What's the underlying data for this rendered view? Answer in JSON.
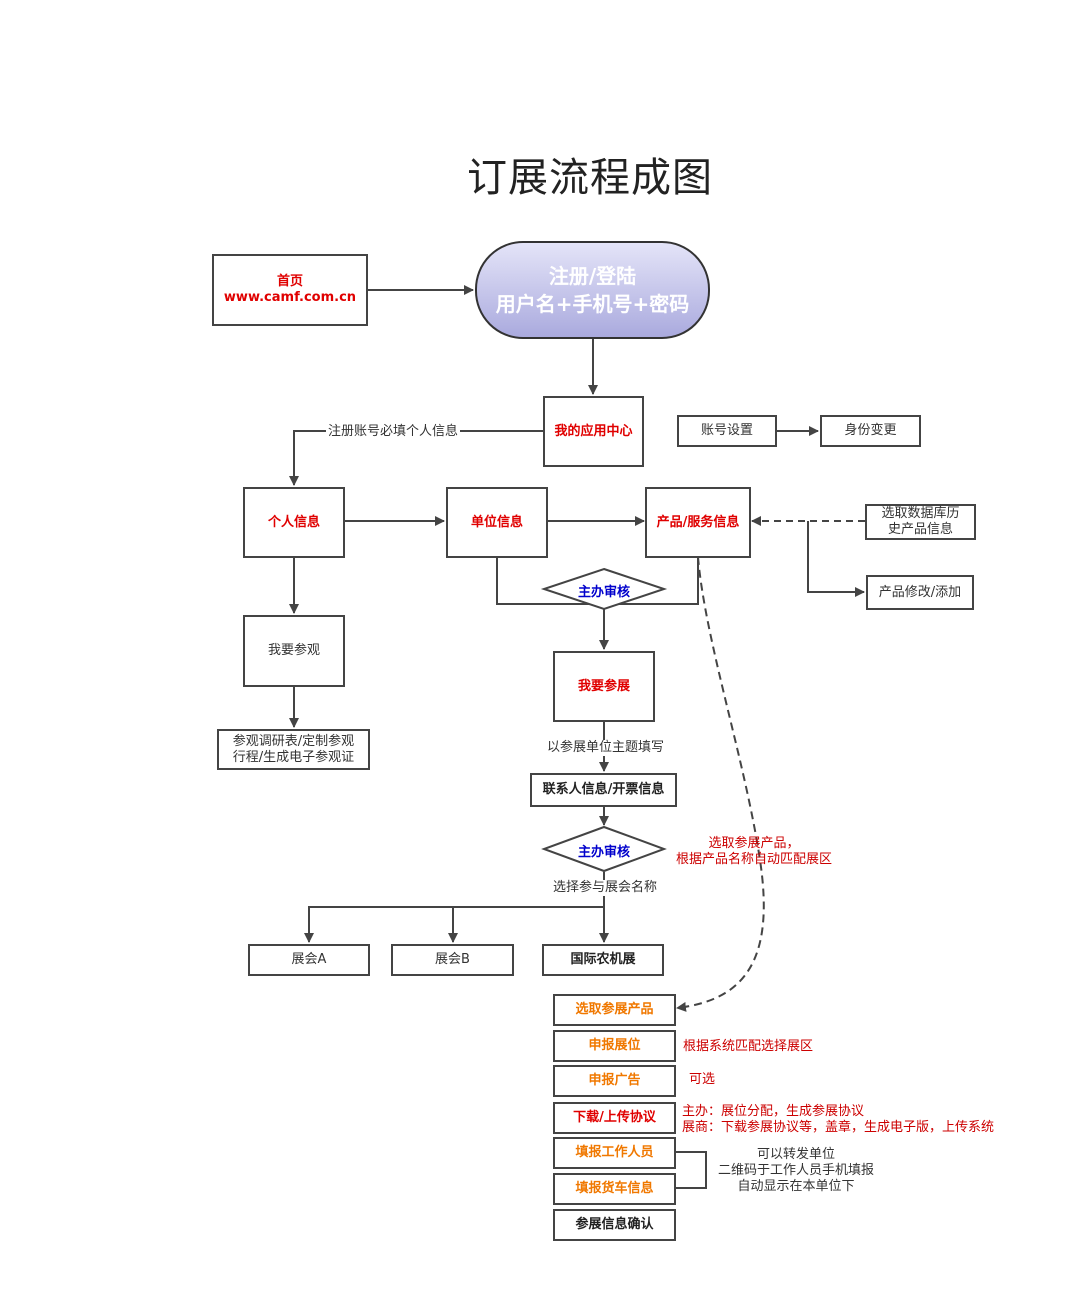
{
  "title": "订展流程成图",
  "nodes": {
    "home": {
      "line1": "首页",
      "line2": "www.camf.com.cn"
    },
    "login": {
      "line1": "注册/登陆",
      "line2": "用户名+手机号+密码"
    },
    "app_center": "我的应用中心",
    "account_settings": "账号设置",
    "identity_change": "身份变更",
    "personal_info": "个人信息",
    "unit_info": "单位信息",
    "product_info": "产品/服务信息",
    "select_history": {
      "line1": "选取数据库历",
      "line2": "史产品信息"
    },
    "product_edit": "产品修改/添加",
    "host_review_1": "主办审核",
    "visit": "我要参观",
    "visit_form": {
      "line1": "参观调研表/定制参观",
      "line2": "行程/生成电子参观证"
    },
    "exhibit": "我要参展",
    "contact_invoice": "联系人信息/开票信息",
    "host_review_2": "主办审核",
    "expo_a": "展会A",
    "expo_b": "展会B",
    "intl_agri": "国际农机展",
    "select_products": "选取参展产品",
    "apply_booth": "申报展位",
    "apply_ad": "申报广告",
    "agreement": "下载/上传协议",
    "staff": "填报工作人员",
    "truck": "填报货车信息",
    "confirm": "参展信息确认"
  },
  "labels": {
    "register_note": "注册账号必填个人信息",
    "unit_theme": "以参展单位主题填写",
    "choose_expo": "选择参与展会名称",
    "select_note": {
      "line1": "选取参展产品，",
      "line2": "根据产品名称自动匹配展区"
    },
    "booth_note": "根据系统匹配选择展区",
    "ad_note": "可选",
    "agreement_note": {
      "line1": "主办：展位分配，生成参展协议",
      "line2": "展商：下载参展协议等，盖章，生成电子版，上传系统"
    },
    "staff_note": {
      "line1": "可以转发单位",
      "line2": "二维码于工作人员手机填报",
      "line3": "自动显示在本单位下"
    }
  },
  "colors": {
    "emphasis_red": "#e00000",
    "emphasis_orange": "#f07800",
    "review_blue": "#0000cc",
    "note_red": "#cc0000",
    "line": "#444444"
  }
}
